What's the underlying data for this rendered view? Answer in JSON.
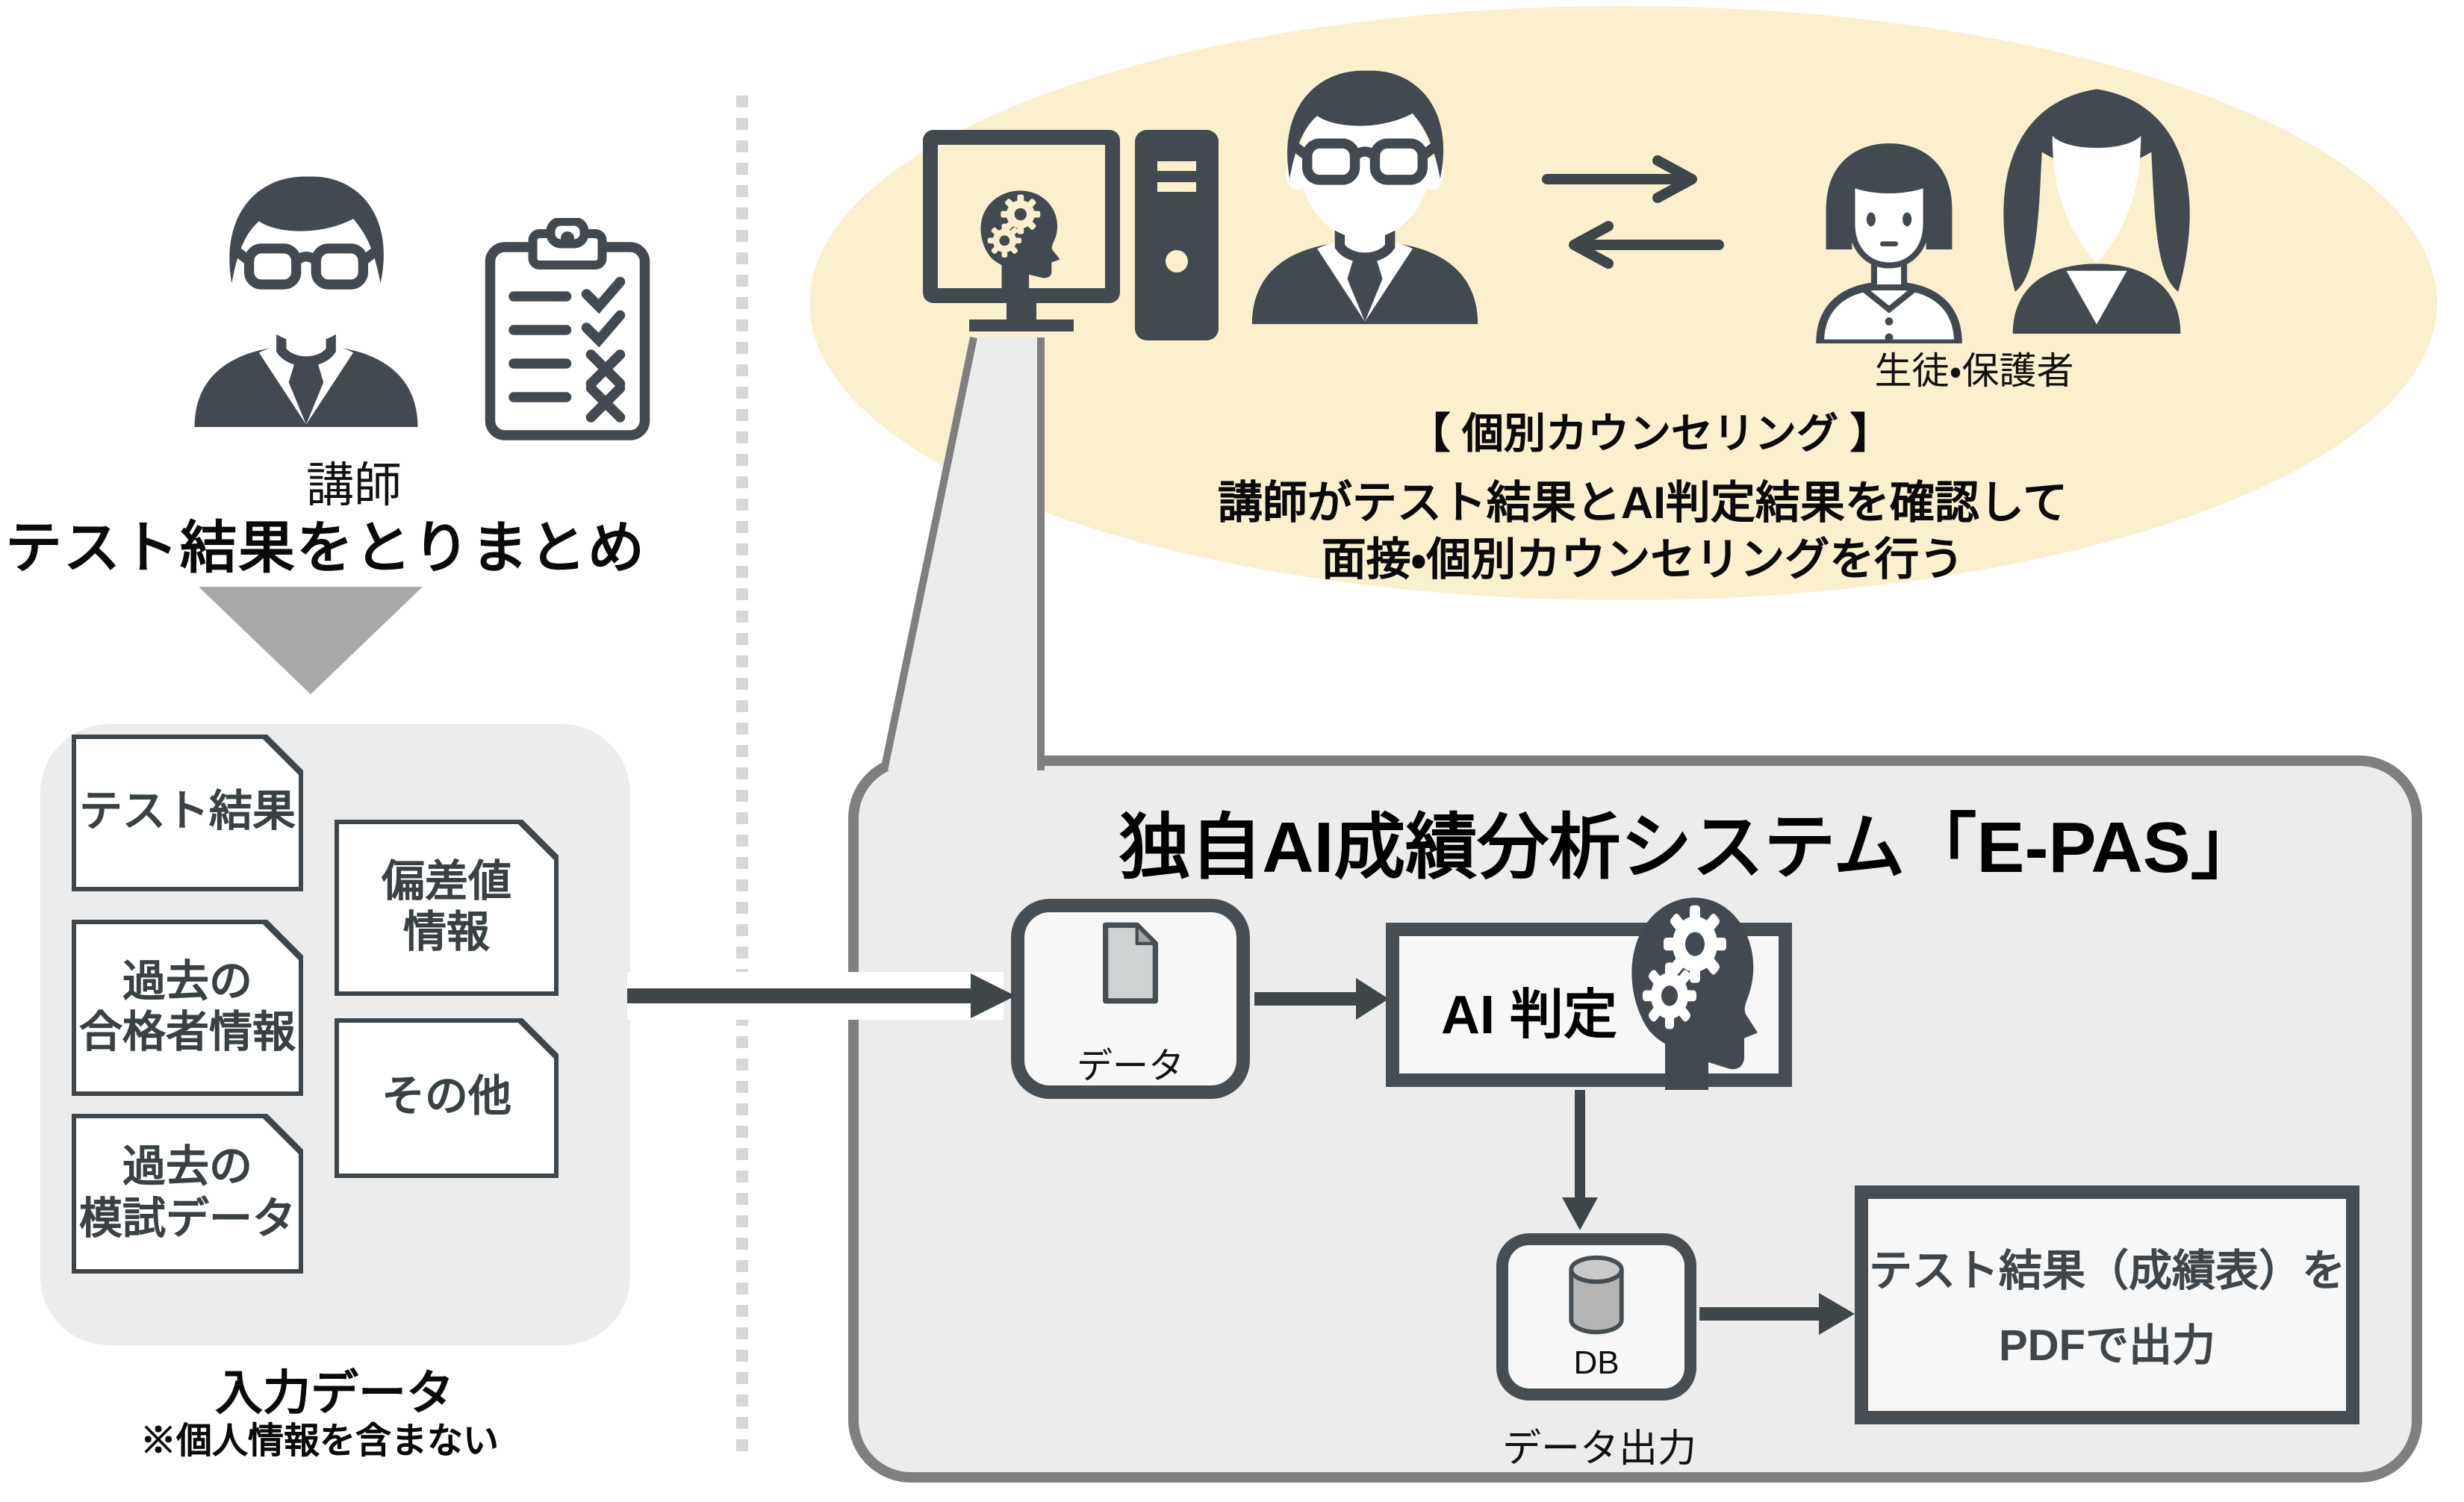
{
  "colors": {
    "dark_slate": "#424950",
    "panel_gray": "#ECECEC",
    "panel_border_gray": "#7F7F7F",
    "cream": "#FAF0CD",
    "triangle_gray": "#A8A8A8",
    "dotted_gray": "#D7D7D7",
    "node_fill": "#F7F7F7",
    "cylinder_gray": "#B5B5B5"
  },
  "left": {
    "instructor_label": "講師",
    "collect_text": "テスト結果をとりまとめ",
    "input": {
      "caption": "入力データ",
      "note": "※個人情報を含まない",
      "cards": [
        {
          "label": "テスト結果"
        },
        {
          "label": "過去の\n合格者情報"
        },
        {
          "label": "過去の\n模試データ"
        },
        {
          "label": "偏差値\n情報"
        },
        {
          "label": "その他"
        }
      ]
    }
  },
  "counseling": {
    "students_label": "生徒・保護者",
    "heading": "【 個別カウンセリング 】",
    "line1": "講師がテスト結果とAI判定結果を確認して",
    "line2": "面接・個別カウンセリングを行う"
  },
  "system": {
    "title": "独自AI成績分析システム「E-PAS」",
    "data_label": "データ",
    "ai_label": "AI 判定",
    "db_label": "DB",
    "data_output_label": "データ出力",
    "pdf_line1": "テスト結果（成績表）を",
    "pdf_line2": "PDFで出力"
  },
  "icons": {
    "instructor": "person-with-glasses-icon",
    "clipboard": "checklist-clipboard-icon",
    "computer": "ai-computer-icon",
    "teacher": "person-with-glasses-icon",
    "exchange": "two-way-arrows-icon",
    "student": "student-icon",
    "parent": "parent-icon",
    "data_file": "document-icon",
    "ai_head": "brain-gears-head-icon",
    "database": "database-cylinder-icon",
    "down_arrow": "down-triangle-icon"
  }
}
